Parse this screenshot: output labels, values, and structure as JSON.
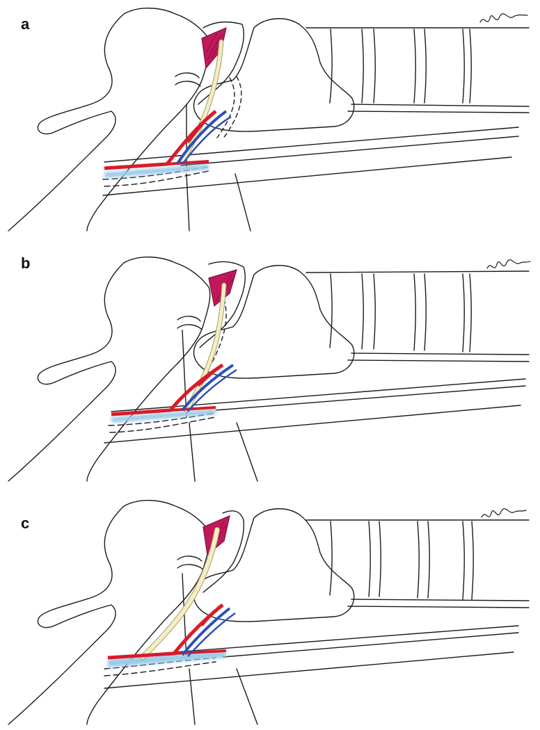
{
  "panels": [
    {
      "label": "a"
    },
    {
      "label": "b"
    },
    {
      "label": "c"
    }
  ],
  "colors": {
    "outline": "#1a1a1a",
    "muscle": "#c2185b",
    "muscle_dark": "#7a0f3a",
    "artery": "#d81b2a",
    "vein": "#2b50b8",
    "nerve": "#f5eec4",
    "nerve_edge": "#a89a6a",
    "sheath": "#9ccbe8"
  }
}
